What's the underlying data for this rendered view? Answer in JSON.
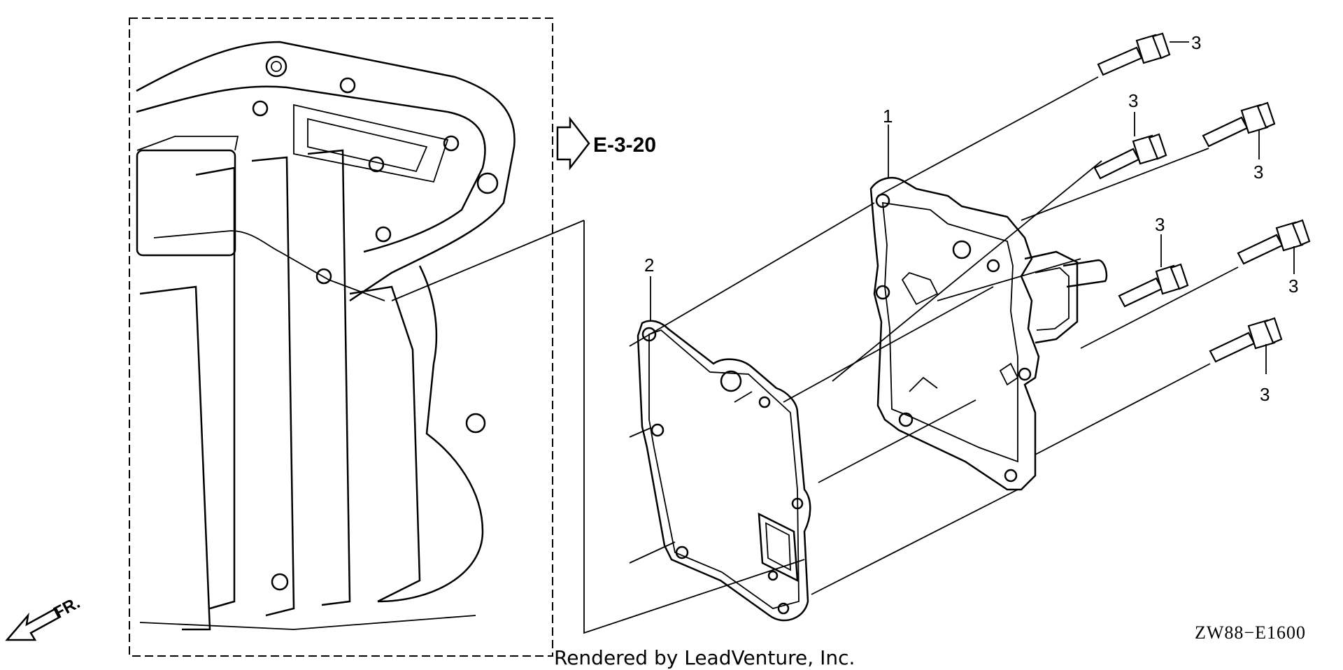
{
  "diagram": {
    "callouts": {
      "part_1": "1",
      "part_2": "2",
      "part_3": "3"
    },
    "reference_label": "E-3-20",
    "diagram_code": "ZW88−E1600",
    "front_label": "FR.",
    "footer": "Rendered by LeadVenture, Inc."
  }
}
